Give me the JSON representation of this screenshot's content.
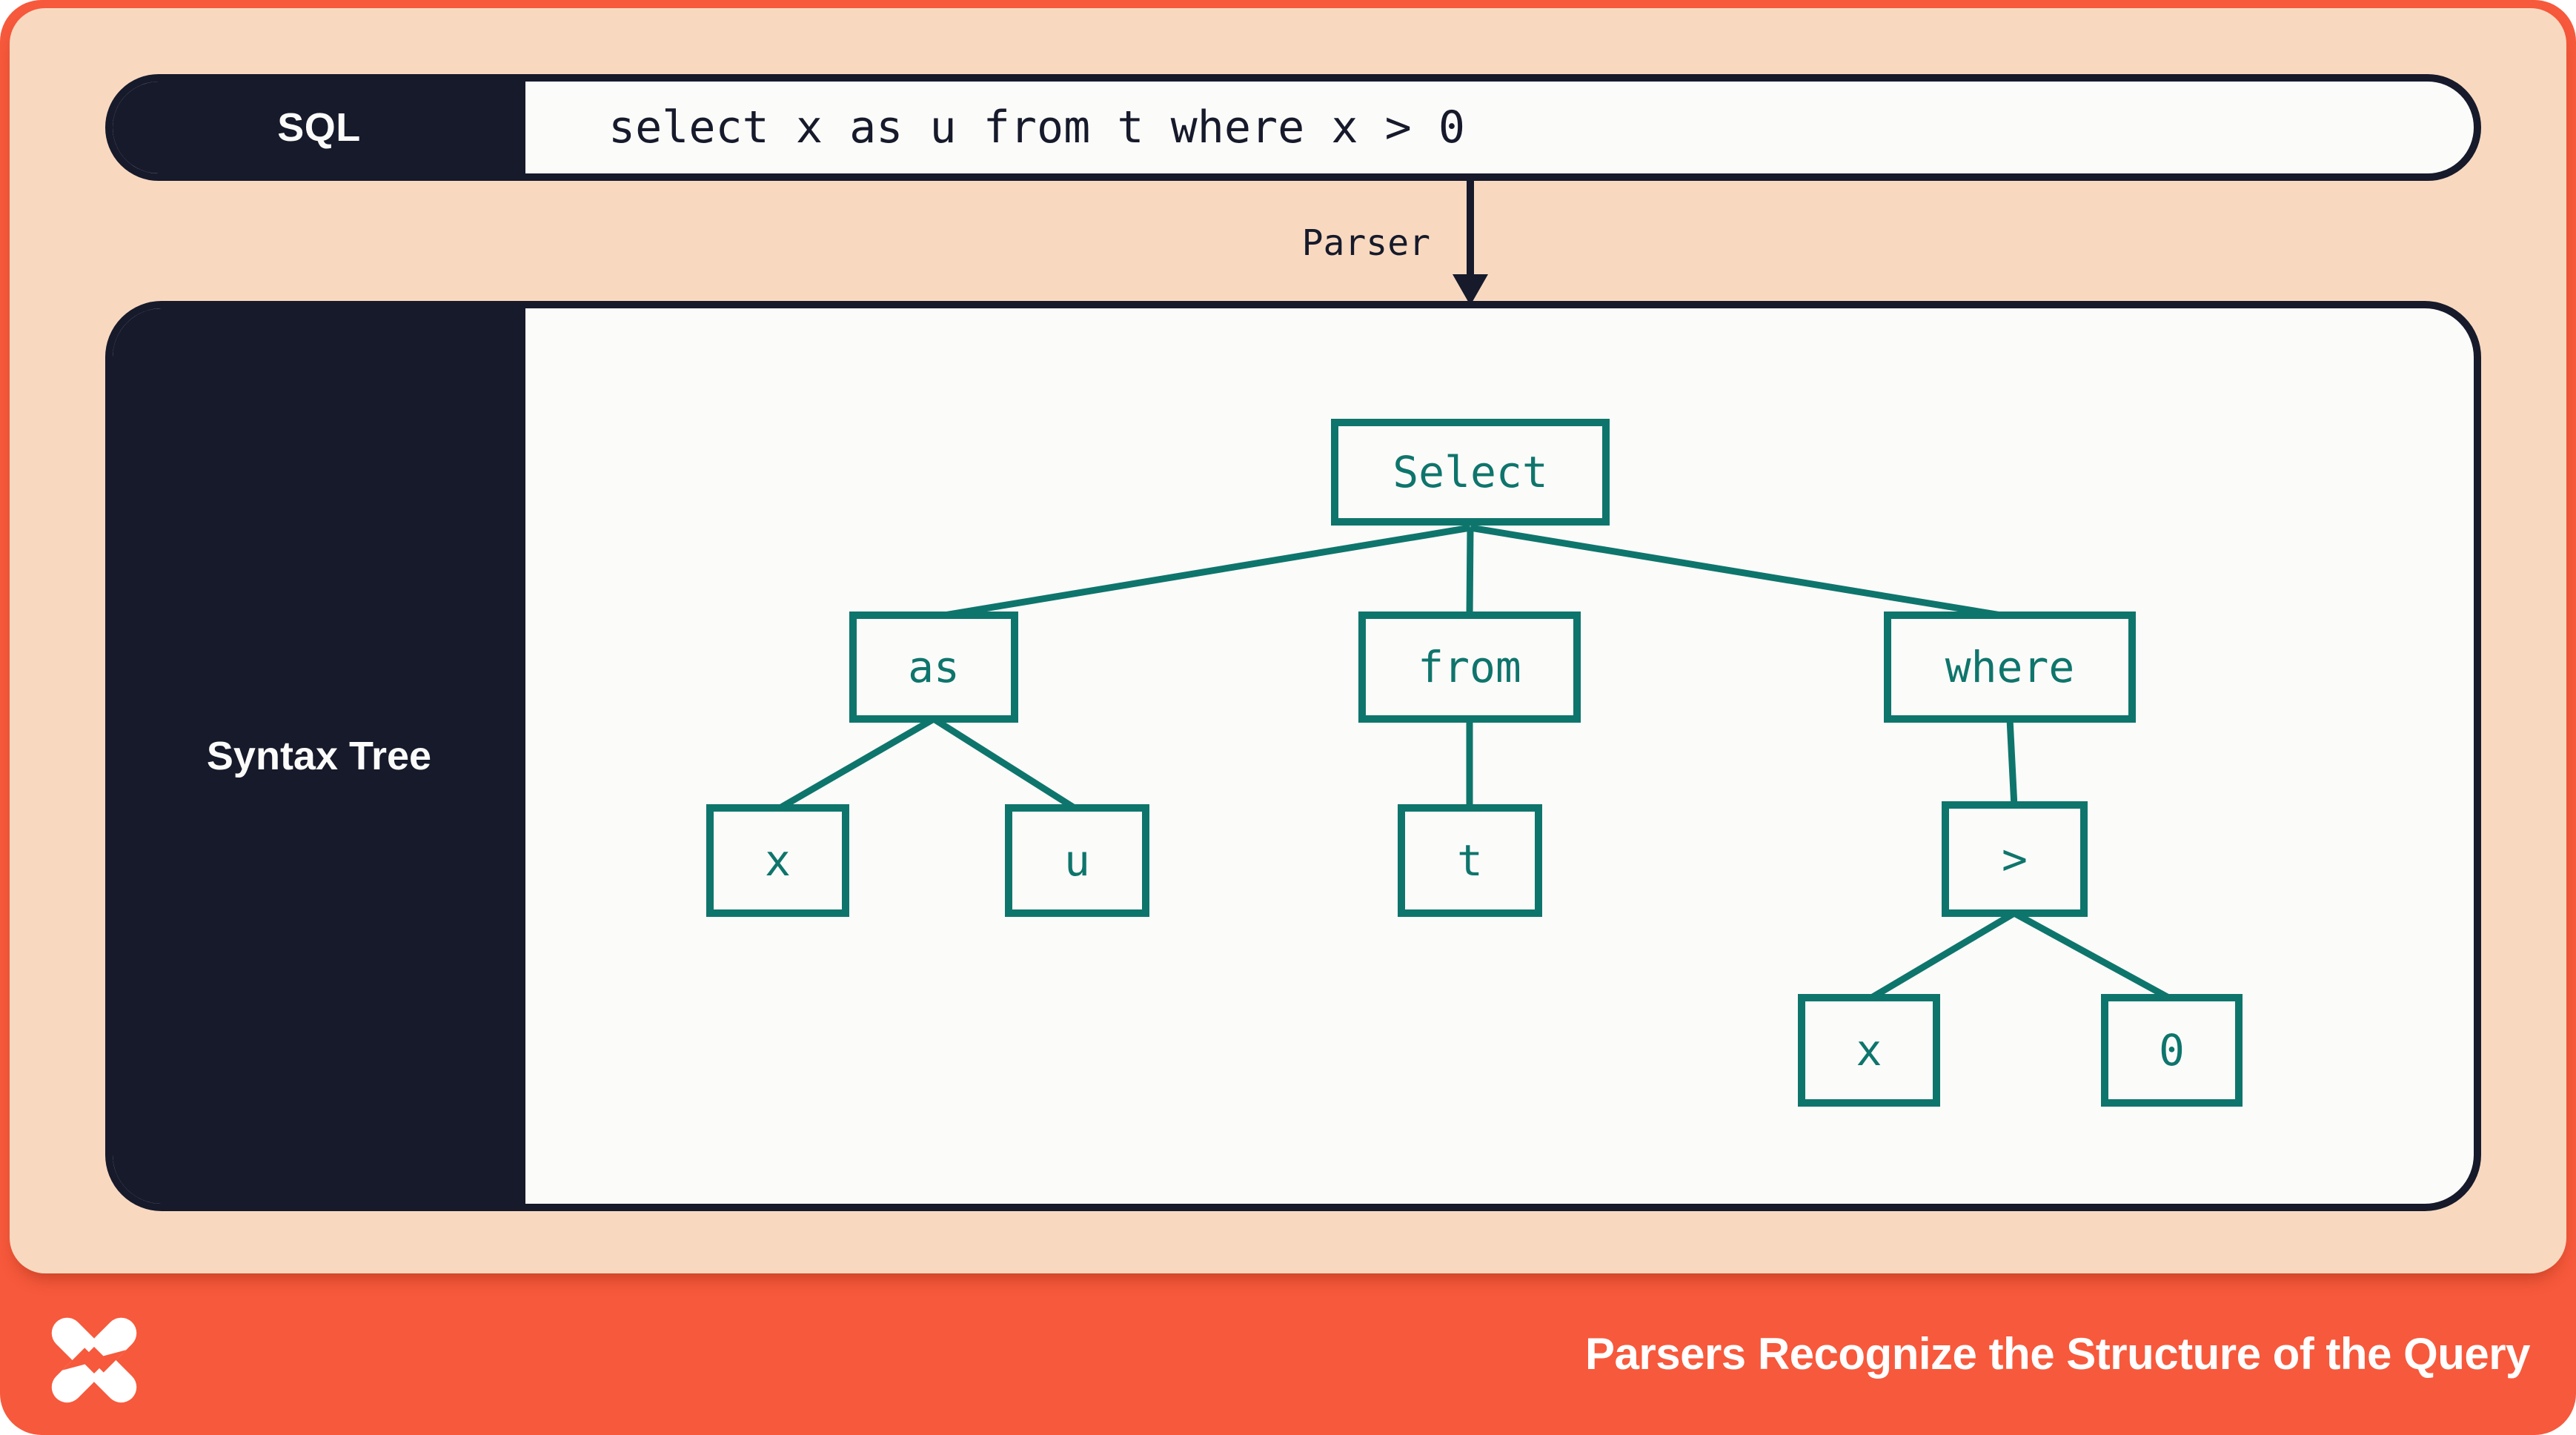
{
  "slide": {
    "sql_bar": {
      "label": "SQL",
      "query": "select x as u from t where x > 0"
    },
    "parser": {
      "label": "Parser"
    },
    "syntax_tree": {
      "label": "Syntax Tree",
      "nodes": {
        "select": "Select",
        "as_": "as",
        "from_": "from",
        "where_": "where",
        "x1": "x",
        "u": "u",
        "t": "t",
        "gt": ">",
        "x2": "x",
        "zero": "0"
      },
      "edges": [
        [
          "select",
          "as_"
        ],
        [
          "select",
          "from_"
        ],
        [
          "select",
          "where_"
        ],
        [
          "as_",
          "x1"
        ],
        [
          "as_",
          "u"
        ],
        [
          "from_",
          "t"
        ],
        [
          "where_",
          "gt"
        ],
        [
          "gt",
          "x2"
        ],
        [
          "gt",
          "zero"
        ]
      ]
    },
    "footer": {
      "title": "Parsers Recognize the Structure of the Query",
      "logo_icon": "x-pinwheel-logo"
    },
    "colors": {
      "accent_orange": "#F7593C",
      "peach": "#F8D9C0",
      "navy": "#161A2B",
      "teal": "#0E756C",
      "offwhite": "#FBFBFA"
    }
  }
}
